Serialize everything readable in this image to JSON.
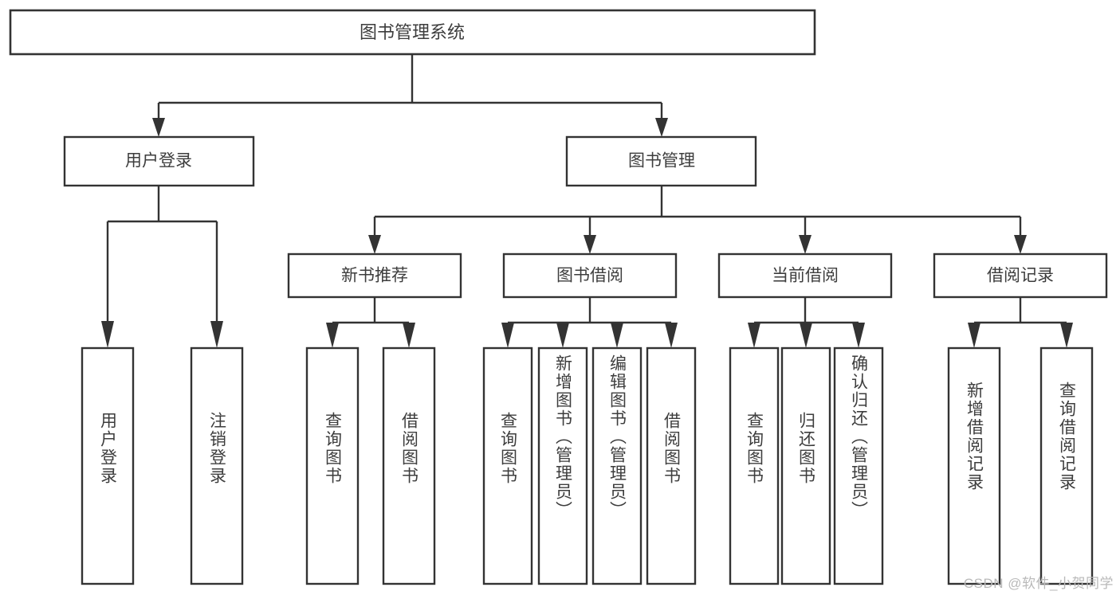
{
  "diagram": {
    "type": "tree",
    "title_node": {
      "label": "图书管理系统"
    },
    "level2": [
      {
        "id": "user-login",
        "label": "用户登录"
      },
      {
        "id": "book-management",
        "label": "图书管理"
      }
    ],
    "level3": [
      {
        "id": "new-book-recommend",
        "label": "新书推荐",
        "parent": "book-management"
      },
      {
        "id": "book-borrow",
        "label": "图书借阅",
        "parent": "book-management"
      },
      {
        "id": "current-borrow",
        "label": "当前借阅",
        "parent": "book-management"
      },
      {
        "id": "borrow-record",
        "label": "借阅记录",
        "parent": "book-management"
      }
    ],
    "leaves": {
      "user_login": [
        {
          "id": "leaf-user-login",
          "label": "用户登录"
        },
        {
          "id": "leaf-logout-login",
          "label": "注销登录"
        }
      ],
      "new_book_recommend": [
        {
          "id": "leaf-query-book-1",
          "label": "查询图书"
        },
        {
          "id": "leaf-borrow-book-1",
          "label": "借阅图书"
        }
      ],
      "book_borrow": [
        {
          "id": "leaf-query-book-2",
          "label": "查询图书"
        },
        {
          "id": "leaf-add-book",
          "label": "新增图书（管理员）"
        },
        {
          "id": "leaf-edit-book",
          "label": "编辑图书（管理员）"
        },
        {
          "id": "leaf-borrow-book-2",
          "label": "借阅图书"
        }
      ],
      "current_borrow": [
        {
          "id": "leaf-query-book-3",
          "label": "查询图书"
        },
        {
          "id": "leaf-return-book",
          "label": "归还图书"
        },
        {
          "id": "leaf-confirm-return",
          "label": "确认归还（管理员）"
        }
      ],
      "borrow_record": [
        {
          "id": "leaf-add-record",
          "label": "新增借阅记录"
        },
        {
          "id": "leaf-query-record",
          "label": "查询借阅记录"
        }
      ]
    }
  },
  "watermark": {
    "text": "CSDN @软件_小贺同学"
  },
  "colors": {
    "stroke": "#333333",
    "box_fill": "#ffffff",
    "text": "#3d3d3d",
    "watermark": "#b9b9b9",
    "background": "#ffffff"
  }
}
